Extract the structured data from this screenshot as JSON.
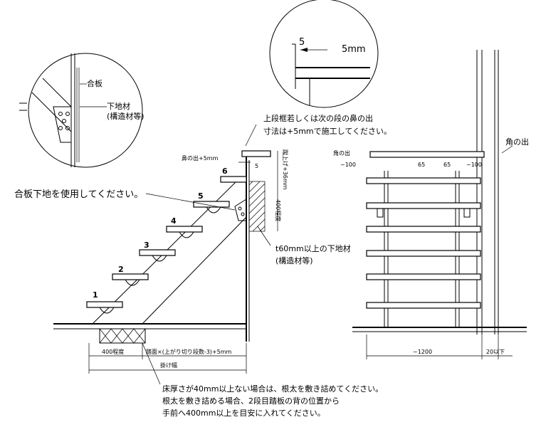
{
  "detail_top": {
    "label_5": "5",
    "label_5mm": "5mm"
  },
  "detail_circle": {
    "plywood": "合板",
    "substrate_line1": "下地材",
    "substrate_line2": "(構造材等)"
  },
  "side_view": {
    "note_top_line1": "上段框若しくは次の段の鼻の出",
    "note_top_line2": "寸法は+5mmで施工してください。",
    "nose_label": "鼻の出+5mm",
    "dim_5": "5",
    "rise_label": "蹴上げ+36mm",
    "approx_400": "400程度",
    "plywood_note": "合板下地を使用してください。",
    "t60_line1": "t60mm以上の下地材",
    "t60_line2": "(構造材等)",
    "step_numbers": [
      "1",
      "2",
      "3",
      "4",
      "5",
      "6"
    ],
    "bottom_approx_400": "400程度",
    "tread_formula": "踏面×(上がり切り段数-3)+5mm",
    "span_label": "掛け幅",
    "note_bottom_line1": "床厚さが40mm以上ない場合は、根太を敷き詰めてください。",
    "note_bottom_line2": "根太を敷き詰める場合、2段目踏板の背の位置から",
    "note_bottom_line3": "手前へ400mm以上を目安に入れてください。"
  },
  "front_view": {
    "corner_out": "角の出",
    "corner_out_small": "角の出",
    "dim_left": "~100",
    "dim_65a": "65",
    "dim_65b": "65",
    "dim_right": "~100",
    "width_1200": "~1200",
    "under_20": "20以下"
  }
}
